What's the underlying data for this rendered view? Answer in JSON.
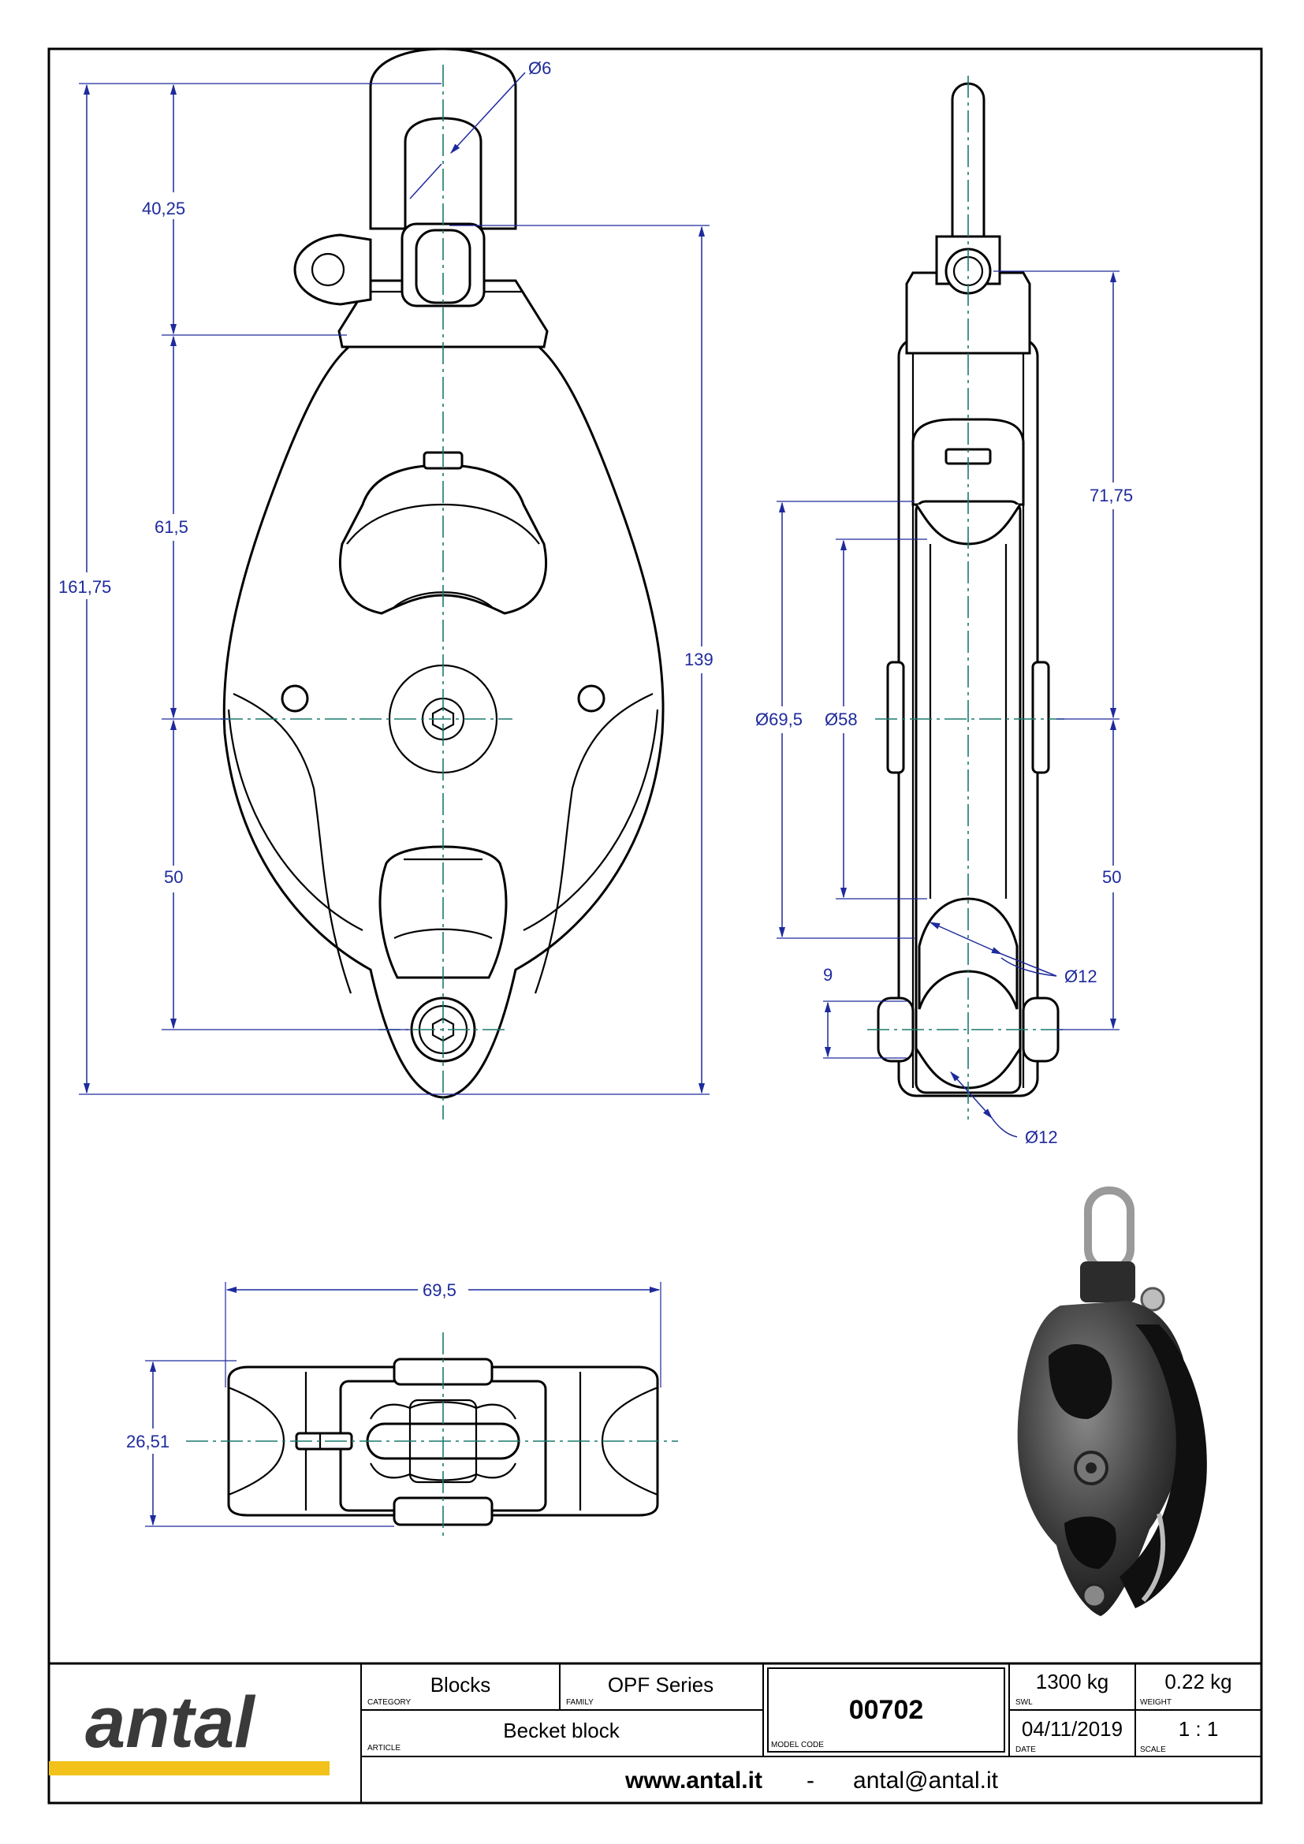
{
  "drawing": {
    "front_view": {
      "dims": {
        "shackle_pin": "Ø6",
        "top_segment": "40,25",
        "mid_segment": "61,5",
        "lower_segment": "50",
        "overall_height": "161,75",
        "body_height": "139"
      }
    },
    "side_view": {
      "dims": {
        "upper": "71,75",
        "lower": "50",
        "sheave_outer": "Ø69,5",
        "sheave_groove": "Ø58",
        "becket_offset": "9",
        "rope_dia_1": "Ø12",
        "rope_dia_2": "Ø12"
      }
    },
    "top_view": {
      "dims": {
        "width": "69,5",
        "thickness": "26,51"
      }
    }
  },
  "title_block": {
    "logo": "antal",
    "logo_bar_color": "#f2c21a",
    "category": {
      "value": "Blocks",
      "label": "CATEGORY"
    },
    "family": {
      "value": "OPF Series",
      "label": "FAMILY"
    },
    "article": {
      "value": "Becket block",
      "label": "ARTICLE"
    },
    "model_code": {
      "value": "00702",
      "label": "MODEL CODE"
    },
    "swl": {
      "value": "1300 kg",
      "label": "SWL"
    },
    "weight": {
      "value": "0.22 kg",
      "label": "WEIGHT"
    },
    "date": {
      "value": "04/11/2019",
      "label": "DATE"
    },
    "scale": {
      "value": "1 : 1",
      "label": "SCALE"
    },
    "website": "www.antal.it",
    "separator": "-",
    "email": "antal@antal.it"
  }
}
